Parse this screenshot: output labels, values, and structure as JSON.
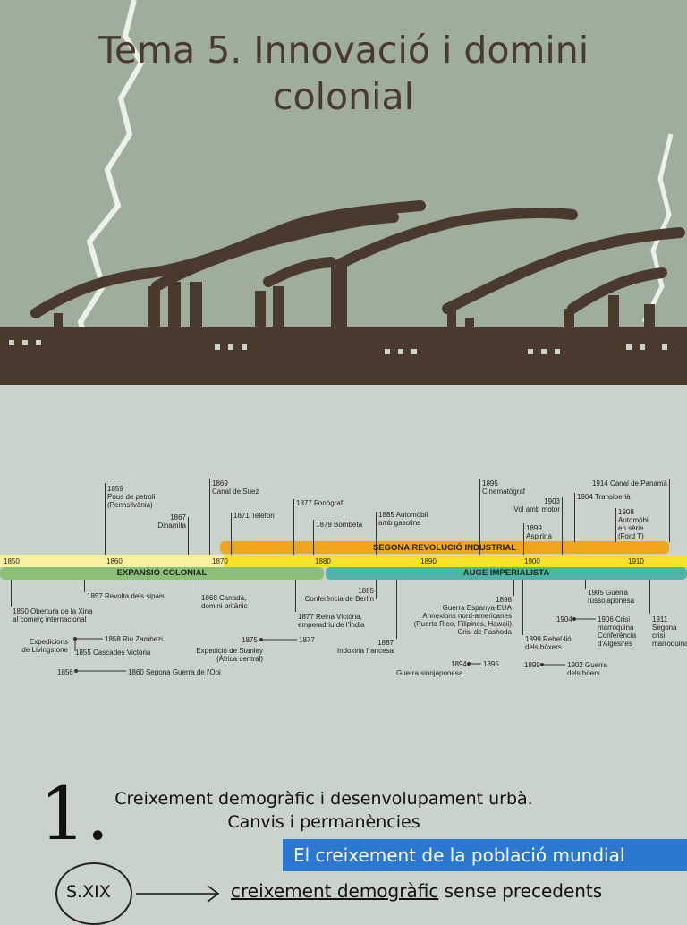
{
  "hero": {
    "title_line1": "Tema 5. Innovació i domini",
    "title_line2": "colonial"
  },
  "timeline": {
    "bands": {
      "segona_revolucio": "SEGONA REVOLUCIÓ INDUSTRIAL",
      "expansio": "EXPANSIÓ COLONIAL",
      "auge": "AUGE IMPERIALISTA"
    },
    "years": [
      "1850",
      "1860",
      "1870",
      "1880",
      "1890",
      "1900",
      "1910"
    ],
    "above": [
      {
        "text": "1859\nPous de petroli\n(Pennsilvània)"
      },
      {
        "text": "1867\nDinamita"
      },
      {
        "text": "1869\nCanal de Suez"
      },
      {
        "text": "1871 Telèfon"
      },
      {
        "text": "1877 Fonògraf"
      },
      {
        "text": "1879 Bombeta"
      },
      {
        "text": "1885 Automòbil\namb gasolina"
      },
      {
        "text": "1895\nCinematògraf"
      },
      {
        "text": "1903\nVol amb motor"
      },
      {
        "text": "1899\nAspirina"
      },
      {
        "text": "1914 Canal de Panamà"
      },
      {
        "text": "1904 Transiberià"
      },
      {
        "text": "1908\nAutomòbil\nen sèrie\n(Ford T)"
      }
    ],
    "below": [
      {
        "text": "1857 Revolta dels sipais"
      },
      {
        "text": "1850 Obertura de la Xina\nal comerç internacional"
      },
      {
        "text": "1868 Canadà,\ndomini britànic"
      },
      {
        "text": "1858 Riu Zambezi"
      },
      {
        "text": "Expedicions\nde Livingstone"
      },
      {
        "text": "1855 Cascades Victòria"
      },
      {
        "text": "1856"
      },
      {
        "text": "1860 Segona Guerra de l'Opi"
      },
      {
        "text": "1875"
      },
      {
        "text": "1877"
      },
      {
        "text": "Expedició de Stanley\n(Àfrica central)"
      },
      {
        "text": "1877 Reina Victòria,\nemperadriu de l'Índia"
      },
      {
        "text": "1885\nConferència de Berlín"
      },
      {
        "text": "1887\nIndoxina francesa"
      },
      {
        "text": "1898\nGuerra Espanya-EUA\nAnnexions nord-americanes\n(Puerto Rico, Filipines, Hawaii)\nCrisi de Fashoda"
      },
      {
        "text": "1894"
      },
      {
        "text": "1895"
      },
      {
        "text": "Guerra sinojaponesa"
      },
      {
        "text": "1899 Rebel·lió\ndels bòxers"
      },
      {
        "text": "1899"
      },
      {
        "text": "1902 Guerra\ndels bòers"
      },
      {
        "text": "1905 Guerra\nrussojaponesa"
      },
      {
        "text": "1904"
      },
      {
        "text": "1906 Crisi\nmarroquina\nConferència\nd'Algesires"
      },
      {
        "text": "1911\nSegona\ncrisi\nmarroquina"
      }
    ]
  },
  "section": {
    "number": "1.",
    "title_line1": "Creixement demogràfic i desenvolupament urbà.",
    "title_line2": "Canvis i permanències",
    "blue_heading": "El creixement de la població mundial",
    "circle_label": "S.XIX",
    "growth_underlined": "creixement demogràfic",
    "growth_rest": " sense precedents"
  },
  "colors": {
    "hero_bg": "#9fae9c",
    "factory": "#4a3a2e",
    "band_orange": "#f0a51e",
    "band_yellow": "#f7e22a",
    "band_green": "#8cc079",
    "band_teal": "#4fb3a7",
    "blue_box": "#2b78d2"
  }
}
